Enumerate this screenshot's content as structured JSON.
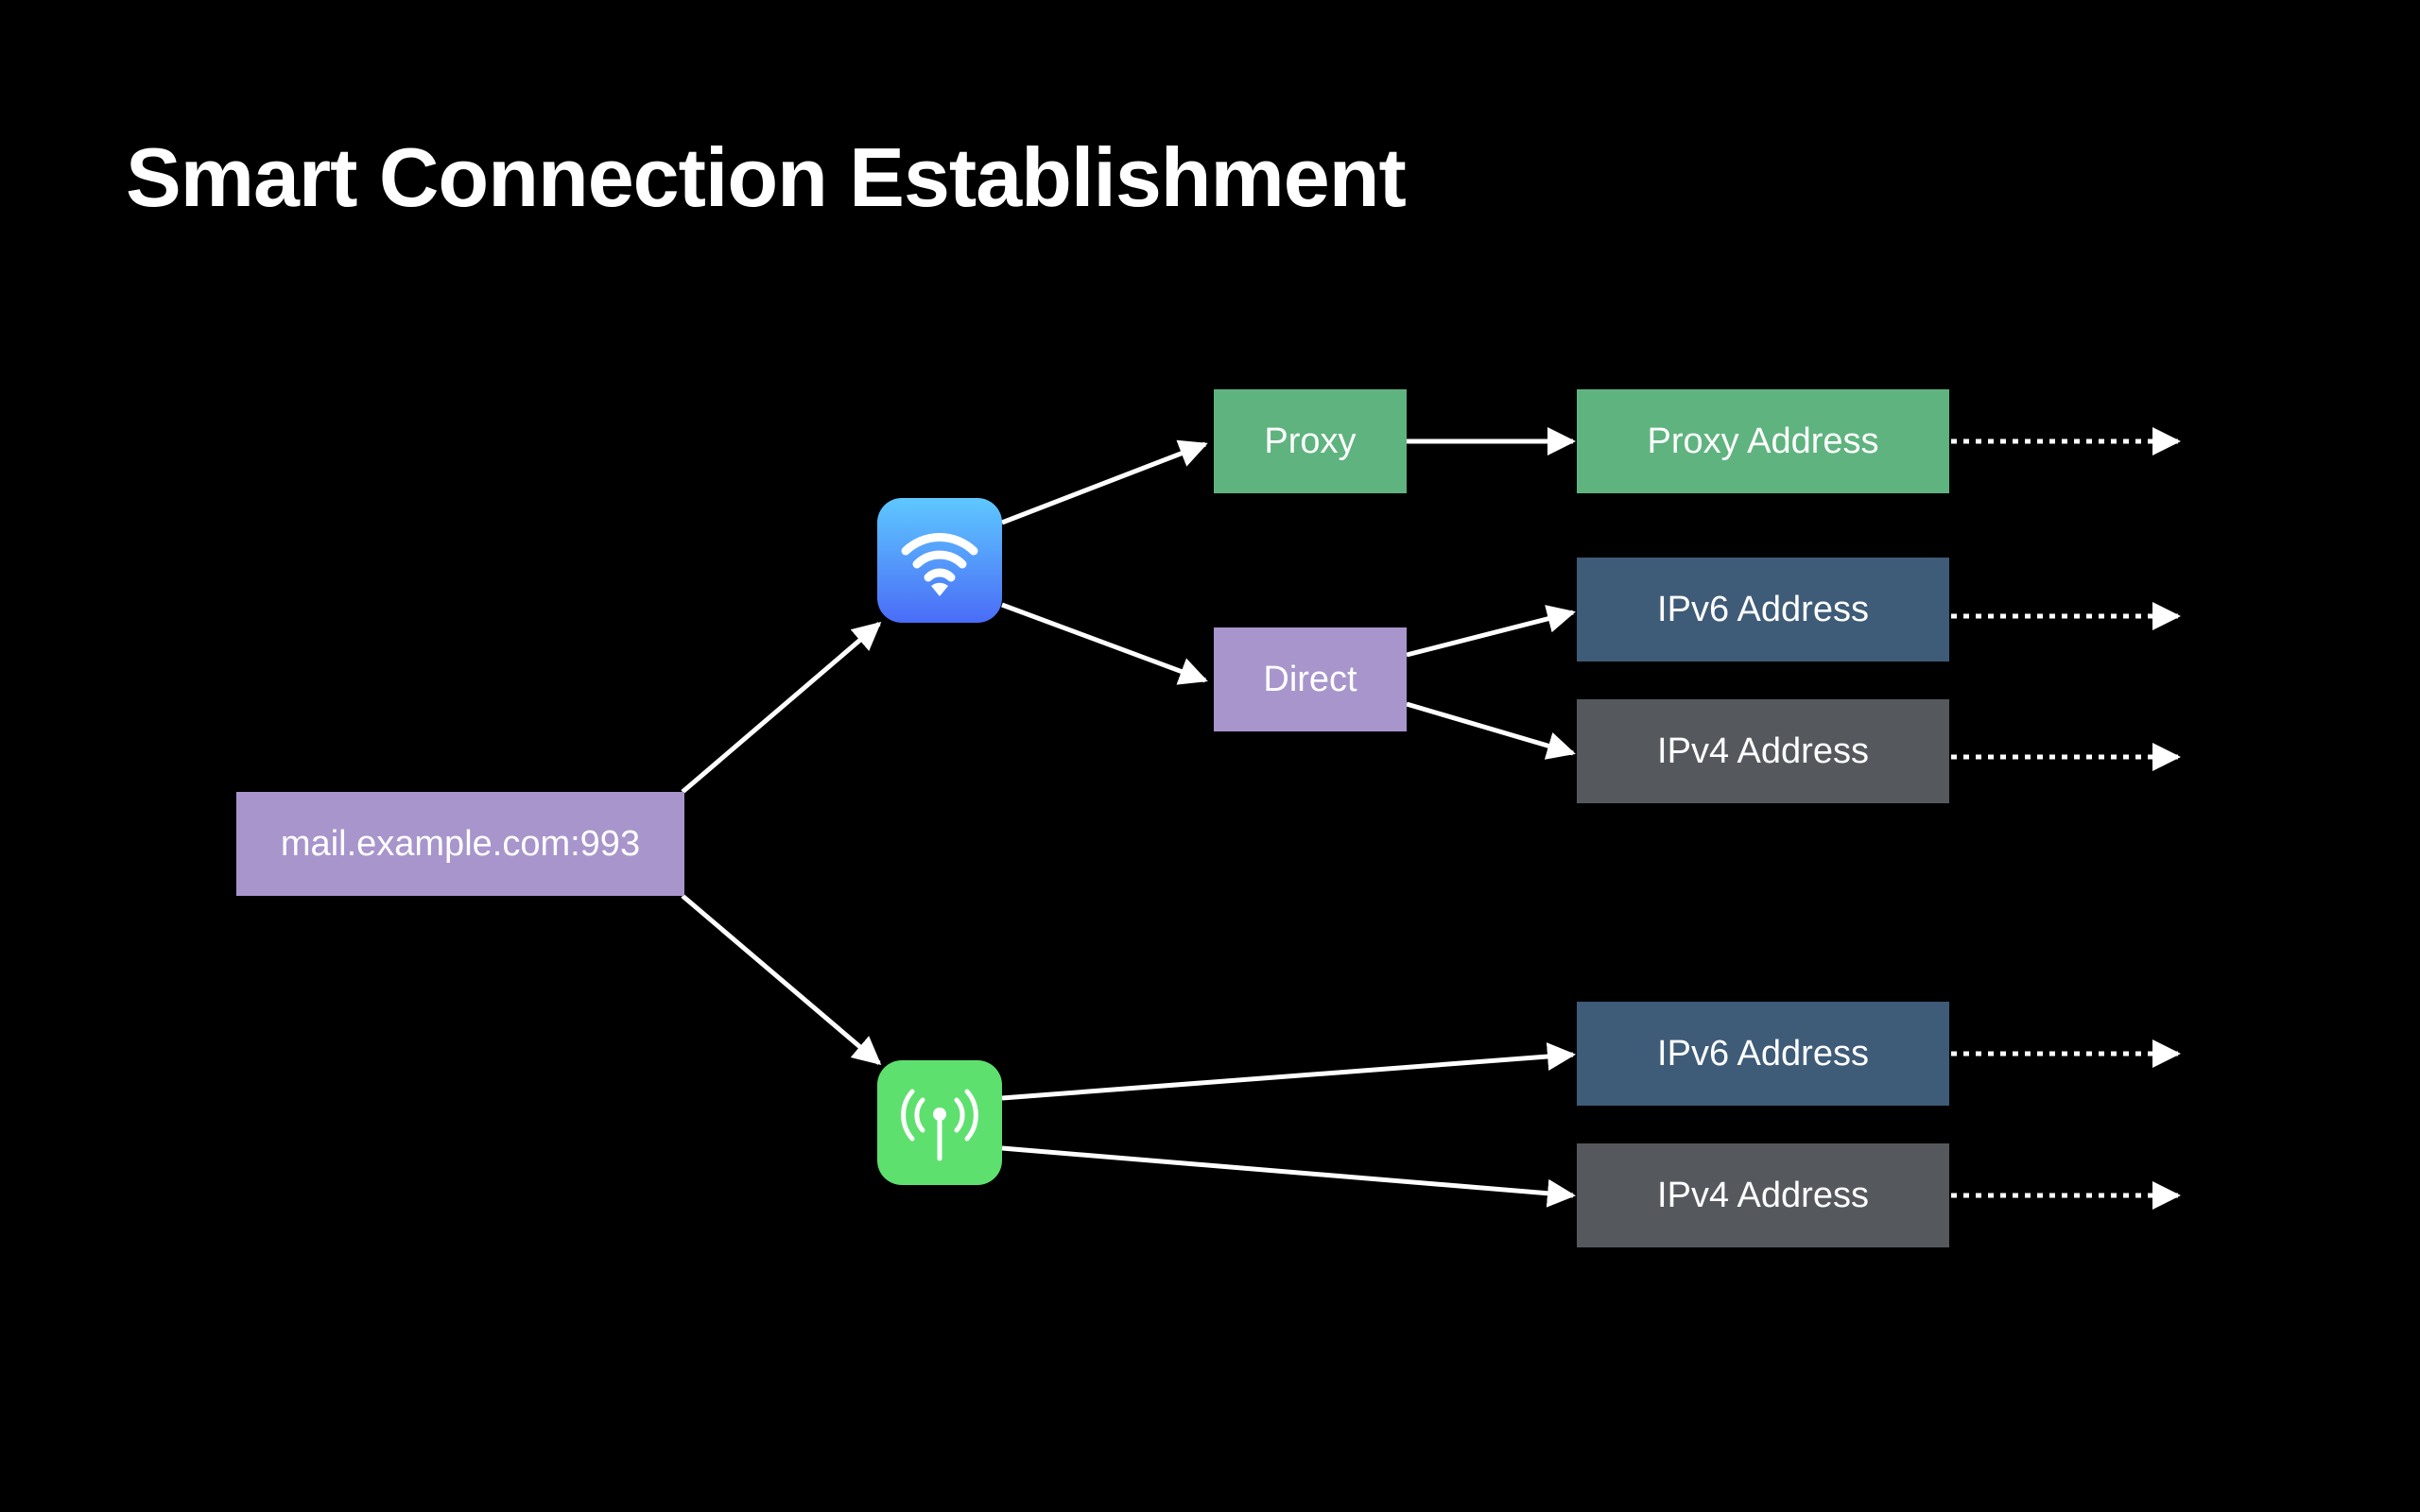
{
  "slide": {
    "title": "Smart Connection Establishment"
  },
  "nodes": {
    "endpoint": {
      "label": "mail.example.com:993"
    },
    "wifi": {
      "icon": "wifi-icon"
    },
    "cellular": {
      "icon": "cellular-antenna-icon"
    },
    "proxy": {
      "label": "Proxy"
    },
    "direct": {
      "label": "Direct"
    },
    "proxy_address": {
      "label": "Proxy Address"
    },
    "wifi_ipv6": {
      "label": "IPv6 Address"
    },
    "wifi_ipv4": {
      "label": "IPv4 Address"
    },
    "cell_ipv6": {
      "label": "IPv6 Address"
    },
    "cell_ipv4": {
      "label": "IPv4 Address"
    }
  },
  "colors": {
    "background": "#000000",
    "endpoint_purple": "#a795cc",
    "proxy_green": "#5fb37f",
    "ipv6_blue": "#3e5b78",
    "ipv4_gray": "#55595e",
    "wifi_tile_top": "#5ec8ff",
    "wifi_tile_bottom": "#4a6cf7",
    "cellular_green": "#5ee06e",
    "arrow": "#ffffff"
  }
}
